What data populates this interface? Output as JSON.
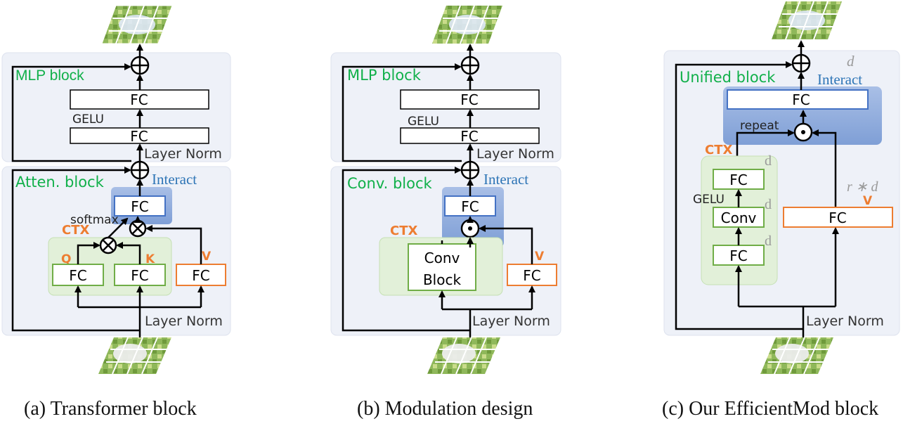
{
  "colors": {
    "panel_bg": "#eef1f8",
    "panel_border": "#dde2ee",
    "green_text": "#11b04a",
    "green_fill": "#e2f0d9",
    "green_stroke": "#70ad47",
    "blue_text": "#2e75b6",
    "blue_fill": "#8eaadb",
    "orange": "#ed7d31",
    "gray_math": "#9a9a9a",
    "arrow": "#000000"
  },
  "panel_a": {
    "mlp_title": "MLP block",
    "fc_top": "FC",
    "gelu": "GELU",
    "fc_mid": "FC",
    "norm_top": "Layer Norm",
    "atten_title": "Atten. block",
    "interact": "Interact",
    "fc_interact": "FC",
    "softmax": "softmax",
    "ctx": "CTX",
    "q": "Q",
    "k": "K",
    "v": "V",
    "fc_q": "FC",
    "fc_k": "FC",
    "fc_v": "FC",
    "norm_bottom": "Layer Norm",
    "caption": "(a) Transformer block"
  },
  "panel_b": {
    "mlp_title": "MLP block",
    "fc_top": "FC",
    "gelu": "GELU",
    "fc_mid": "FC",
    "norm_top": "Layer Norm",
    "conv_title": "Conv. block",
    "interact": "Interact",
    "fc_interact": "FC",
    "ctx": "CTX",
    "conv_line1": "Conv",
    "conv_line2": "Block",
    "v": "V",
    "fc_v": "FC",
    "norm_bottom": "Layer Norm",
    "caption": "(b) Modulation design"
  },
  "panel_c": {
    "unified_title": "Unified block",
    "d_top": "d",
    "interact": "Interact",
    "fc_interact": "FC",
    "repeat": "repeat",
    "ctx": "CTX",
    "fc1": "FC",
    "d1": "d",
    "gelu": "GELU",
    "conv": "Conv",
    "d2": "d",
    "fc2": "FC",
    "d3": "d",
    "rd": "r ∗ d",
    "v": "V",
    "fc_v": "FC",
    "norm_bottom": "Layer Norm",
    "caption": "(c) Our EfficientMod block"
  }
}
